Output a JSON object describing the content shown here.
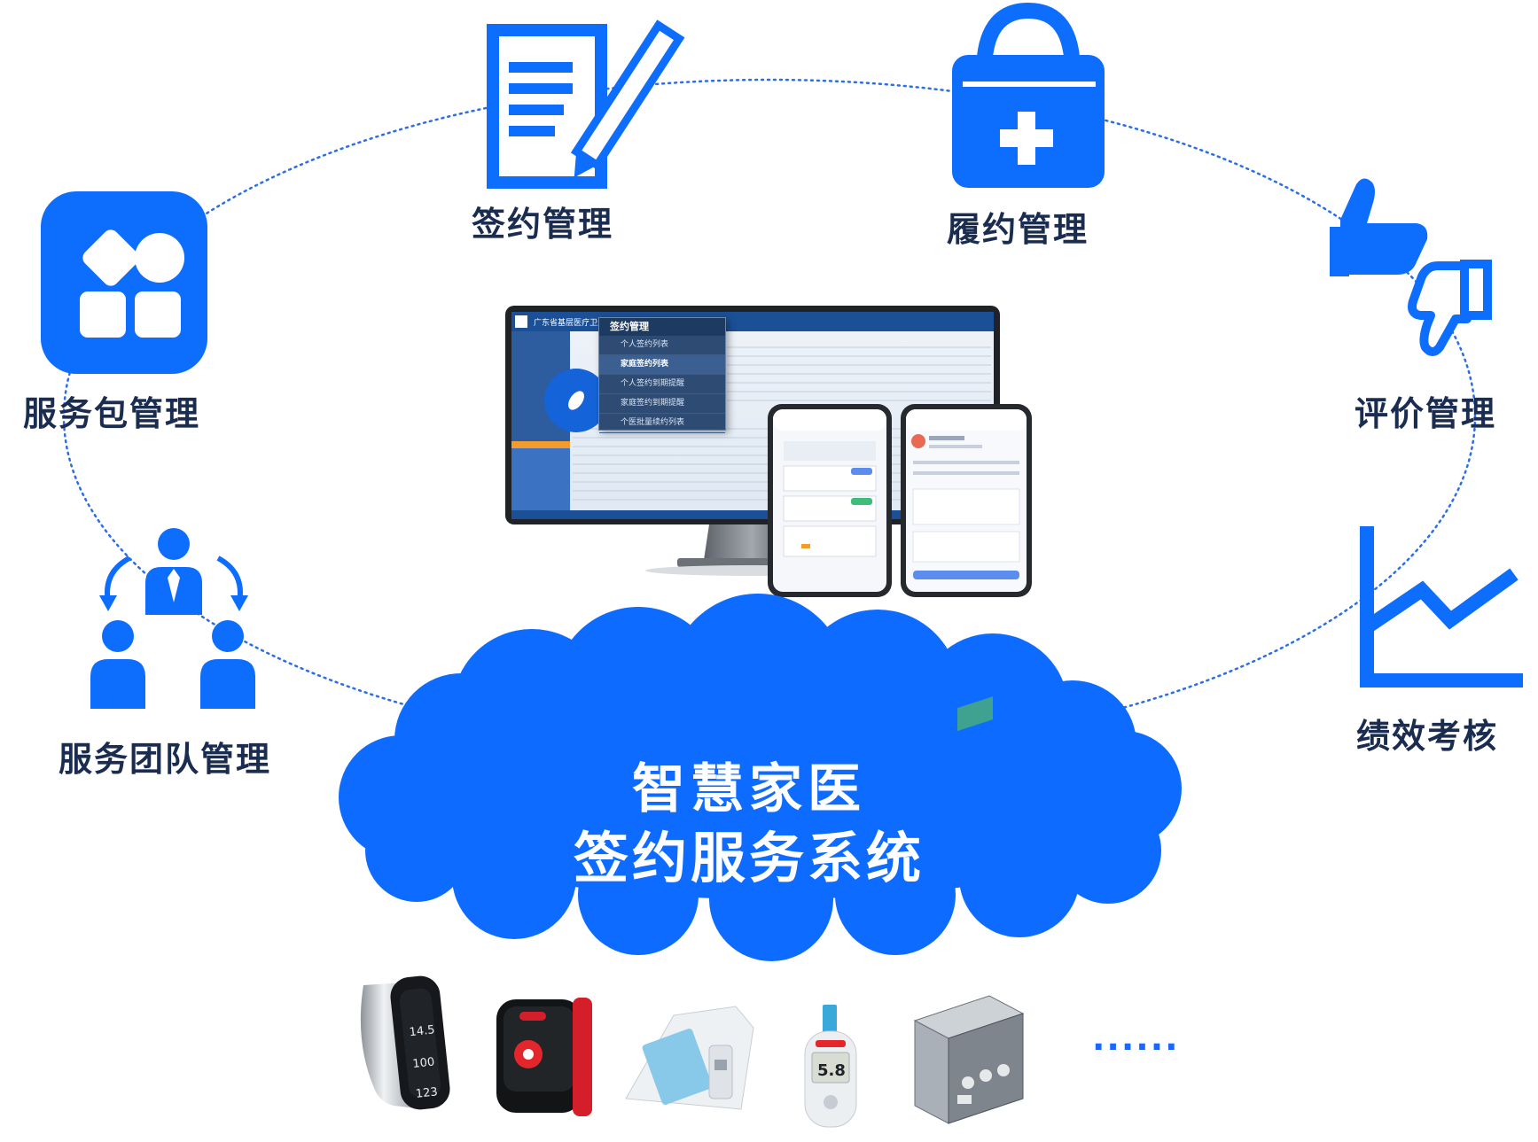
{
  "colors": {
    "primary": "#0d6efd",
    "label": "#1a2c4f",
    "cloud": "#0e6bff",
    "dotted": "#2b6ee8"
  },
  "modules": [
    {
      "id": "package",
      "label": "服务包管理",
      "icon": "apps-grid-icon"
    },
    {
      "id": "signing",
      "label": "签约管理",
      "icon": "contract-pen-icon"
    },
    {
      "id": "fulfill",
      "label": "履约管理",
      "icon": "medical-bag-icon"
    },
    {
      "id": "review",
      "label": "评价管理",
      "icon": "thumbs-up-down-icon"
    },
    {
      "id": "team",
      "label": "服务团队管理",
      "icon": "team-people-icon"
    },
    {
      "id": "perf",
      "label": "绩效考核",
      "icon": "line-chart-icon"
    }
  ],
  "center": {
    "line1": "智慧家医",
    "line2": "签约服务系统"
  },
  "monitor": {
    "menu_title": "签约管理",
    "menu_items": [
      "个人签约列表",
      "家庭签约列表",
      "个人签约到期提醒",
      "家庭签约到期提醒",
      "个医批量续约列表"
    ]
  },
  "devices": [
    {
      "name": "smart-band",
      "readings": [
        "14.5",
        "100",
        "123"
      ]
    },
    {
      "name": "emergency-pager"
    },
    {
      "name": "blood-pressure-monitor"
    },
    {
      "name": "glucose-meter",
      "reading": "5.8"
    },
    {
      "name": "medical-kit"
    }
  ],
  "ellipsis": "......"
}
